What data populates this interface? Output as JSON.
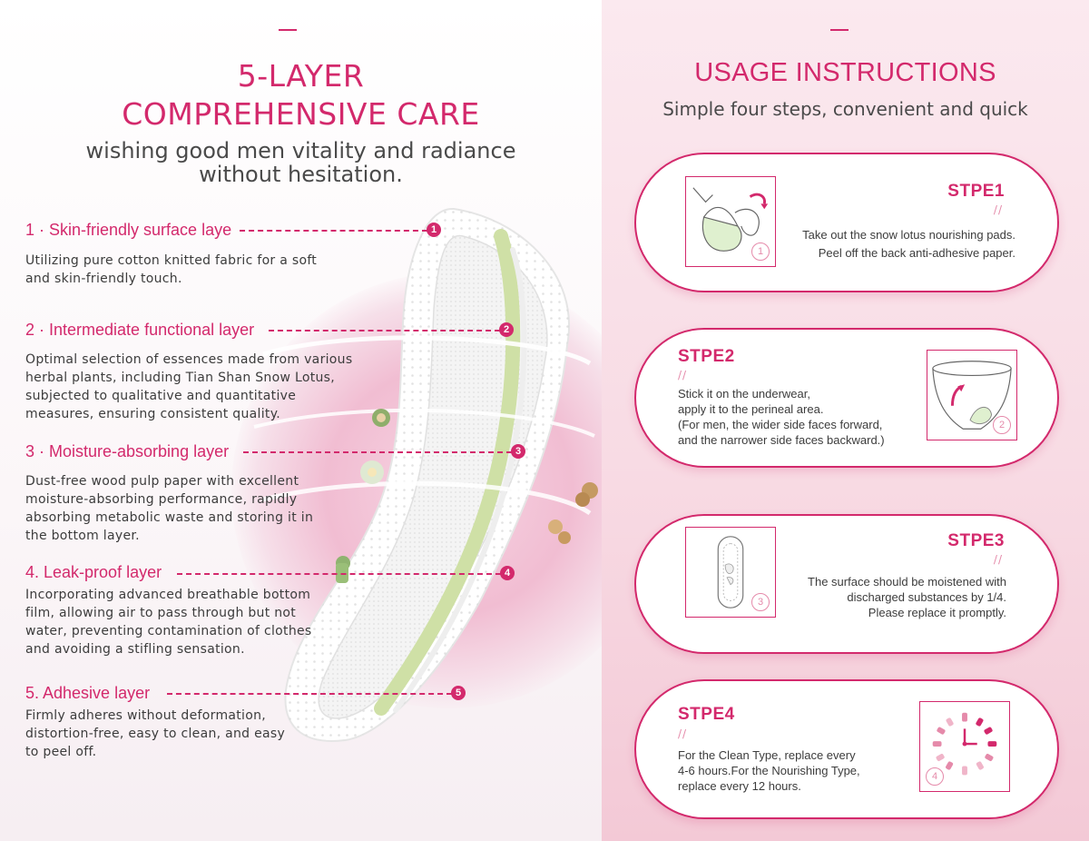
{
  "left": {
    "title_line1": "5-LAYER",
    "title_line2": "COMPREHENSIVE CARE",
    "subtitle_line1": "wishing good men vitality and radiance",
    "subtitle_line2": "without hesitation.",
    "layers": [
      {
        "num": "1",
        "title": "1 · Skin-friendly surface laye",
        "desc": "Utilizing pure cotton knitted fabric for a soft and skin-friendly touch."
      },
      {
        "num": "2",
        "title": "2 · Intermediate functional layer",
        "desc": "Optimal selection of essences made from various herbal plants, including Tian Shan Snow Lotus, subjected to qualitative and quantitative measures, ensuring consistent quality."
      },
      {
        "num": "3",
        "title": "3 · Moisture-absorbing layer",
        "desc": "Dust-free wood pulp paper with excellent moisture-absorbing performance, rapidly absorbing metabolic waste and storing it in the bottom layer."
      },
      {
        "num": "4",
        "title": "4. Leak-proof layer",
        "desc": "Incorporating advanced breathable bottom film, allowing air to pass through but not water, preventing contamination of clothes and avoiding a stifling sensation."
      },
      {
        "num": "5",
        "title": "5. Adhesive layer",
        "desc": "Firmly adheres without deformation, distortion-free, easy to clean, and easy to peel off."
      }
    ]
  },
  "right": {
    "title": "USAGE INSTRUCTIONS",
    "subtitle": "Simple four steps, convenient and quick",
    "steps": [
      {
        "title": "STPE1",
        "slash": "//",
        "num": "1",
        "line1": "Take out the snow lotus nourishing pads.",
        "line2": "Peel off the back anti-adhesive paper.",
        "line3": "",
        "line4": ""
      },
      {
        "title": "STPE2",
        "slash": "//",
        "num": "2",
        "line1": "Stick it on the underwear,",
        "line2": "apply it to the perineal area.",
        "line3": "(For men, the wider side faces forward,",
        "line4": "and the narrower side faces backward.)"
      },
      {
        "title": "STPE3",
        "slash": "//",
        "num": "3",
        "line1": "The surface should be moistened with",
        "line2": "discharged substances by 1/4.",
        "line3": "Please replace it promptly.",
        "line4": ""
      },
      {
        "title": "STPE4",
        "slash": "//",
        "num": "4",
        "line1": "For the Clean Type, replace every",
        "line2": "4-6 hours.For the Nourishing Type,",
        "line3": "replace every 12 hours.",
        "line4": ""
      }
    ]
  },
  "colors": {
    "accent": "#d3296c",
    "accent_light": "#e58aaa",
    "text": "#3c3c3c",
    "pad_green": "#cfe0a6"
  },
  "icons": [
    "pad-illustration",
    "hand-peel-icon",
    "underwear-icon",
    "pad-outline-icon",
    "clock-icon"
  ]
}
